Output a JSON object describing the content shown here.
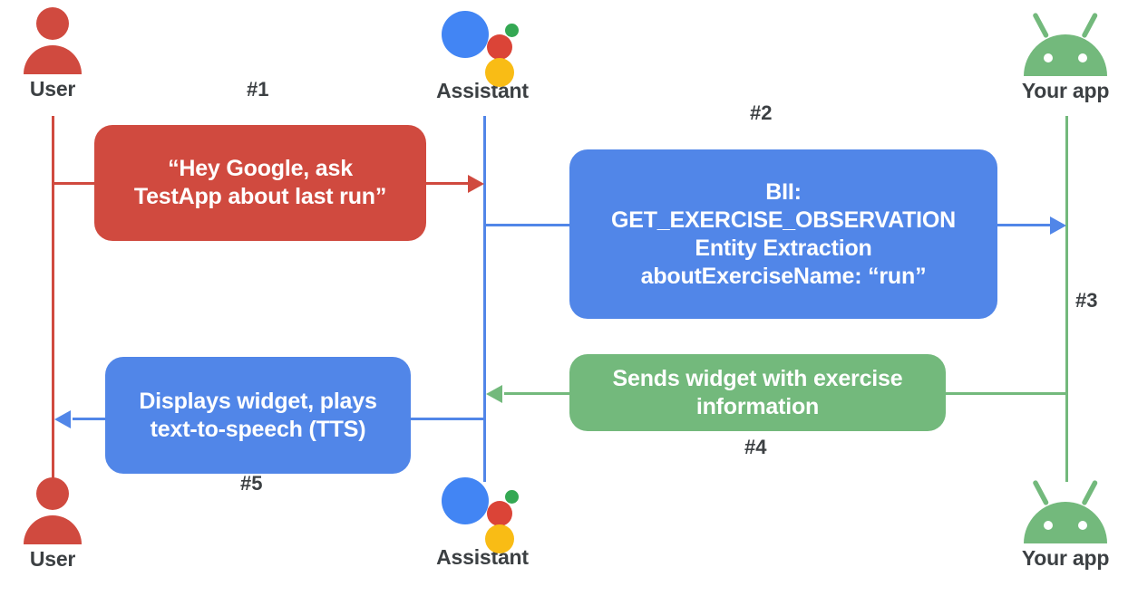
{
  "diagram": {
    "title": "Google Assistant App Actions sequence diagram",
    "colors": {
      "red": "#d04a3f",
      "blue": "#5186e8",
      "green": "#73b97c",
      "text": "#3c4043",
      "background": "#ffffff"
    }
  },
  "actors": {
    "user_top": {
      "label": "User",
      "icon": "user-icon"
    },
    "assistant_top": {
      "label": "Assistant",
      "icon": "google-assistant-icon"
    },
    "app_top": {
      "label": "Your app",
      "icon": "android-robot-icon"
    },
    "user_bottom": {
      "label": "User",
      "icon": "user-icon"
    },
    "assistant_bottom": {
      "label": "Assistant",
      "icon": "google-assistant-icon"
    },
    "app_bottom": {
      "label": "Your app",
      "icon": "android-robot-icon"
    }
  },
  "messages": [
    {
      "id": "step1",
      "step": "#1",
      "color": "red",
      "from": "User",
      "to": "Assistant",
      "text": "“Hey Google, ask\nTestApp about last run”"
    },
    {
      "id": "step2",
      "step": "#2",
      "color": "blue",
      "from": "Assistant",
      "to": "Your app",
      "text": "BII:\nGET_EXERCISE_OBSERVATION\nEntity Extraction\naboutExerciseName: “run”"
    },
    {
      "id": "step3",
      "step": "#3",
      "color": "green",
      "from": "Your app",
      "to": "Your app",
      "text": ""
    },
    {
      "id": "step4",
      "step": "#4",
      "color": "green",
      "from": "Your app",
      "to": "Assistant",
      "text": "Sends widget with exercise\ninformation"
    },
    {
      "id": "step5",
      "step": "#5",
      "color": "blue",
      "from": "Assistant",
      "to": "User",
      "text": "Displays widget, plays\ntext-to-speech (TTS)"
    }
  ]
}
